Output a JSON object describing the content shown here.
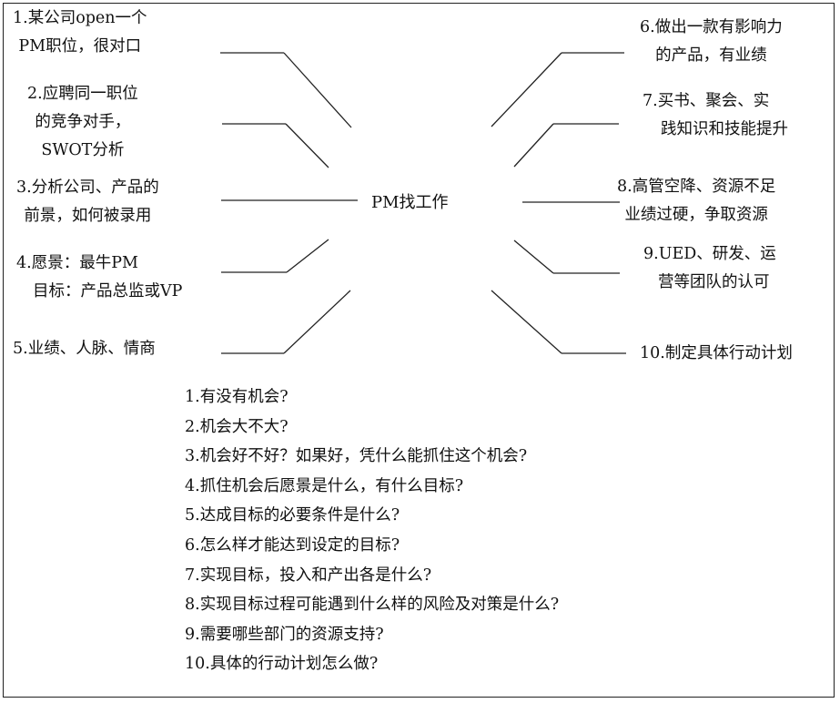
{
  "center": "PM找工作",
  "branches": [
    {
      "id": "b1",
      "lines": [
        "1.某公司open一个",
        "PM职位，很对口"
      ]
    },
    {
      "id": "b2",
      "lines": [
        "2.应聘同一职位",
        "的竞争对手，",
        "SWOT分析"
      ]
    },
    {
      "id": "b3",
      "lines": [
        "3.分析公司、产品的",
        "前景，如何被录用"
      ]
    },
    {
      "id": "b4",
      "lines": [
        "4.愿景：最牛PM",
        "目标：产品总监或VP"
      ]
    },
    {
      "id": "b5",
      "lines": [
        "5.业绩、人脉、情商"
      ]
    },
    {
      "id": "b6",
      "lines": [
        "6.做出一款有影响力",
        "的产品，有业绩"
      ]
    },
    {
      "id": "b7",
      "lines": [
        "7.买书、聚会、实",
        "践知识和技能提升"
      ]
    },
    {
      "id": "b8",
      "lines": [
        "8.高管空降、资源不足",
        "业绩过硬，争取资源"
      ]
    },
    {
      "id": "b9",
      "lines": [
        "9.UED、研发、运",
        "营等团队的认可"
      ]
    },
    {
      "id": "b10",
      "lines": [
        "10.制定具体行动计划"
      ]
    }
  ],
  "questions": [
    "1.有没有机会?",
    "2.机会大不大?",
    "3.机会好不好？如果好，凭什么能抓住这个机会?",
    "4.抓住机会后愿景是什么，有什么目标?",
    "5.达成目标的必要条件是什么?",
    "6.怎么样才能达到设定的目标?",
    "7.实现目标，投入和产出各是什么?",
    "8.实现目标过程可能遇到什么样的风险及对策是什么?",
    "9.需要哪些部门的资源支持?",
    "10.具体的行动计划怎么做?"
  ]
}
